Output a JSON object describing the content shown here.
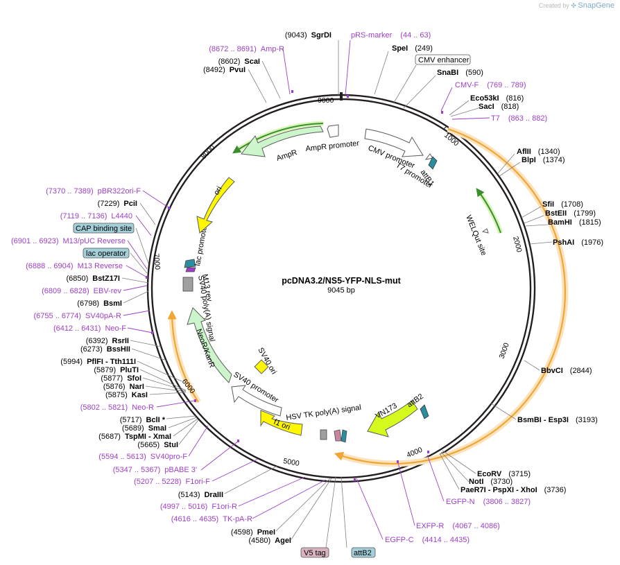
{
  "header": {
    "created_by": "Created by",
    "brand": "SnapGene"
  },
  "map": {
    "name": "pcDNA3.2/NS5-YFP-NLS-mut",
    "length_label": "9045 bp",
    "length": 9045,
    "ticks": [
      "1000",
      "2000",
      "3000",
      "4000",
      "5000",
      "6000",
      "7000",
      "8000",
      "9000"
    ]
  },
  "sites": [
    {
      "id": "sgrdi",
      "name": "SgrDI",
      "pos": "(9043)",
      "bp": 9043,
      "side": "left"
    },
    {
      "id": "spei",
      "name": "SpeI",
      "pos": "(249)",
      "bp": 249,
      "side": "right"
    },
    {
      "id": "snabi",
      "name": "SnaBI",
      "pos": "(590)",
      "bp": 590,
      "side": "right"
    },
    {
      "id": "eco53ki",
      "name": "Eco53kI",
      "pos": "(816)",
      "bp": 816,
      "side": "right"
    },
    {
      "id": "saci",
      "name": "SacI",
      "pos": "(818)",
      "bp": 818,
      "side": "right"
    },
    {
      "id": "aflii",
      "name": "AflII",
      "pos": "(1340)",
      "bp": 1340,
      "side": "right"
    },
    {
      "id": "blpi",
      "name": "BlpI",
      "pos": "(1374)",
      "bp": 1374,
      "side": "right"
    },
    {
      "id": "sfii",
      "name": "SfiI",
      "pos": "(1708)",
      "bp": 1708,
      "side": "right"
    },
    {
      "id": "bsteii",
      "name": "BstEII",
      "pos": "(1799)",
      "bp": 1799,
      "side": "right"
    },
    {
      "id": "bamhi",
      "name": "BamHI",
      "pos": "(1815)",
      "bp": 1815,
      "side": "right"
    },
    {
      "id": "pshai",
      "name": "PshAI",
      "pos": "(1976)",
      "bp": 1976,
      "side": "right"
    },
    {
      "id": "bbvci",
      "name": "BbvCI",
      "pos": "(2844)",
      "bp": 2844,
      "side": "right"
    },
    {
      "id": "bsmbi",
      "name": "BsmBI  - Esp3I",
      "pos": "(3193)",
      "bp": 3193,
      "side": "right"
    },
    {
      "id": "ecorv",
      "name": "EcoRV",
      "pos": "(3715)",
      "bp": 3715,
      "side": "right"
    },
    {
      "id": "noti",
      "name": "NotI",
      "pos": "(3730)",
      "bp": 3730,
      "side": "right"
    },
    {
      "id": "paer7i",
      "name": "PaeR7I  - PspXI  - XhoI",
      "pos": "(3736)",
      "bp": 3736,
      "side": "right"
    },
    {
      "id": "agei",
      "name": "AgeI",
      "pos": "(4580)",
      "bp": 4580,
      "side": "left"
    },
    {
      "id": "pmei",
      "name": "PmeI",
      "pos": "(4598)",
      "bp": 4598,
      "side": "left"
    },
    {
      "id": "draiii",
      "name": "DraIII",
      "pos": "(5143)",
      "bp": 5143,
      "side": "left"
    },
    {
      "id": "stui",
      "name": "StuI",
      "pos": "(5665)",
      "bp": 5665,
      "side": "left"
    },
    {
      "id": "tspmi",
      "name": "TspMI  - XmaI",
      "pos": "(5687)",
      "bp": 5687,
      "side": "left"
    },
    {
      "id": "smai",
      "name": "SmaI",
      "pos": "(5689)",
      "bp": 5689,
      "side": "left"
    },
    {
      "id": "bcli",
      "name": "BclI *",
      "pos": "(5717)",
      "bp": 5717,
      "side": "left"
    },
    {
      "id": "kasi",
      "name": "KasI",
      "pos": "(5875)",
      "bp": 5875,
      "side": "left"
    },
    {
      "id": "nari",
      "name": "NarI",
      "pos": "(5876)",
      "bp": 5876,
      "side": "left"
    },
    {
      "id": "sfoi",
      "name": "SfoI",
      "pos": "(5877)",
      "bp": 5877,
      "side": "left"
    },
    {
      "id": "plutI",
      "name": "PluTI",
      "pos": "(5879)",
      "bp": 5879,
      "side": "left"
    },
    {
      "id": "pflfi",
      "name": "PflFI  - Tth111I",
      "pos": "(5994)",
      "bp": 5994,
      "side": "left"
    },
    {
      "id": "bsshii",
      "name": "BssHII",
      "pos": "(6273)",
      "bp": 6273,
      "side": "left"
    },
    {
      "id": "rsrii",
      "name": "RsrII",
      "pos": "(6392)",
      "bp": 6392,
      "side": "left"
    },
    {
      "id": "bsmi",
      "name": "BsmI",
      "pos": "(6798)",
      "bp": 6798,
      "side": "left"
    },
    {
      "id": "bstz17i",
      "name": "BstZ17I",
      "pos": "(6850)",
      "bp": 6850,
      "side": "left"
    },
    {
      "id": "pcii",
      "name": "PciI",
      "pos": "(7229)",
      "bp": 7229,
      "side": "left"
    },
    {
      "id": "pvui",
      "name": "PvuI",
      "pos": "(8492)",
      "bp": 8492,
      "side": "left"
    },
    {
      "id": "scai",
      "name": "ScaI",
      "pos": "(8602)",
      "bp": 8602,
      "side": "left"
    }
  ],
  "primers": [
    {
      "id": "prs-marker",
      "name": "pRS-marker",
      "pos": "(44 .. 63)"
    },
    {
      "id": "cmv-f",
      "name": "CMV-F",
      "pos": "(769 .. 789)"
    },
    {
      "id": "t7",
      "name": "T7",
      "pos": "(863 .. 882)"
    },
    {
      "id": "egfp-n",
      "name": "EGFP-N",
      "pos": "(3806 .. 3827)"
    },
    {
      "id": "exfp-r",
      "name": "EXFP-R",
      "pos": "(4067 .. 4086)"
    },
    {
      "id": "egfp-c",
      "name": "EGFP-C",
      "pos": "(4414 .. 4435)"
    },
    {
      "id": "tk-pa-r",
      "name": "TK-pA-R",
      "pos": "(4616 .. 4635)"
    },
    {
      "id": "f1ori-r",
      "name": "F1ori-R",
      "pos": "(4997 .. 5016)"
    },
    {
      "id": "f1ori-f",
      "name": "F1ori-F",
      "pos": "(5207 .. 5228)"
    },
    {
      "id": "pbabe-3",
      "name": "pBABE 3'",
      "pos": "(5347 .. 5367)"
    },
    {
      "id": "sv40pro-f",
      "name": "SV40pro-F",
      "pos": "(5594 .. 5613)"
    },
    {
      "id": "neo-r",
      "name": "Neo-R",
      "pos": "(5802 .. 5821)"
    },
    {
      "id": "neo-f",
      "name": "Neo-F",
      "pos": "(6412 .. 6431)"
    },
    {
      "id": "sv40pa-r",
      "name": "SV40pA-R",
      "pos": "(6755 .. 6774)"
    },
    {
      "id": "ebv-rev",
      "name": "EBV-rev",
      "pos": "(6809 .. 6828)"
    },
    {
      "id": "m13-reverse",
      "name": "M13 Reverse",
      "pos": "(6888 .. 6904)"
    },
    {
      "id": "m13-puc-reverse",
      "name": "M13/pUC Reverse",
      "pos": "(6901 .. 6923)"
    },
    {
      "id": "l4440",
      "name": "L4440",
      "pos": "(7119 .. 7136)"
    },
    {
      "id": "pbr322ori-f",
      "name": "pBR322ori-F",
      "pos": "(7370 .. 7389)"
    },
    {
      "id": "amp-r",
      "name": "Amp-R",
      "pos": "(8672 .. 8691)"
    }
  ],
  "boxed_labels": [
    {
      "id": "cmv-enhancer",
      "text": "CMV enhancer",
      "fill": "#ffffff"
    },
    {
      "id": "cap-binding-site",
      "text": "CAP binding site",
      "fill": "#a4cfd8"
    },
    {
      "id": "lac-operator",
      "text": "lac operator",
      "fill": "#a4cfd8"
    },
    {
      "id": "v5-tag",
      "text": "V5 tag",
      "fill": "#d9b3c0"
    },
    {
      "id": "attb2-box",
      "text": "attB2",
      "fill": "#a4cfd8"
    }
  ],
  "features": [
    {
      "id": "ampr",
      "text": "AmpR",
      "fill": "#ccf5cc"
    },
    {
      "id": "ampr-promoter",
      "text": "AmpR promoter",
      "fill": "#ffffff"
    },
    {
      "id": "cmv-promoter",
      "text": "CMV promoter",
      "fill": "#ffffff"
    },
    {
      "id": "t7-promoter",
      "text": "T7 promoter",
      "fill": "#ffffff"
    },
    {
      "id": "attb1",
      "text": "attB1",
      "fill": "#2a8ea0"
    },
    {
      "id": "welqut",
      "text": "WELQut site",
      "fill": "#ffffff"
    },
    {
      "id": "vn173",
      "text": "VN173",
      "fill": "#d5fb1e"
    },
    {
      "id": "attb2",
      "text": "attB2",
      "fill": "#2a8ea0"
    },
    {
      "id": "hsv-tk-polya",
      "text": "HSV TK poly(A) signal",
      "fill": "#a0a0a0"
    },
    {
      "id": "f1-ori",
      "text": "f1 ori",
      "fill": "#fff700"
    },
    {
      "id": "sv40-promoter",
      "text": "SV40 promoter",
      "fill": "#ffffff"
    },
    {
      "id": "sv40-ori",
      "text": "SV40 ori",
      "fill": "#fff700"
    },
    {
      "id": "neor-kanr",
      "text": "NeoR/KanR",
      "fill": "#ccf5cc"
    },
    {
      "id": "sv40-polya",
      "text": "SV40 poly(A) signal",
      "fill": "#a0a0a0"
    },
    {
      "id": "lac-promoter",
      "text": "lac promoter",
      "fill": "#ffffff"
    },
    {
      "id": "m13-rev",
      "text": "M13 rev",
      "fill": "#9c3fc6"
    },
    {
      "id": "ori",
      "text": "ori",
      "fill": "#fff700"
    }
  ],
  "colors": {
    "backbone": "#231f20",
    "primer": "#9c3fc6",
    "orf": "#f0a637",
    "orf_halo": "#fde3bb",
    "green_arrow": "#3a8e2f",
    "green_halo": "#d6f5b5"
  }
}
